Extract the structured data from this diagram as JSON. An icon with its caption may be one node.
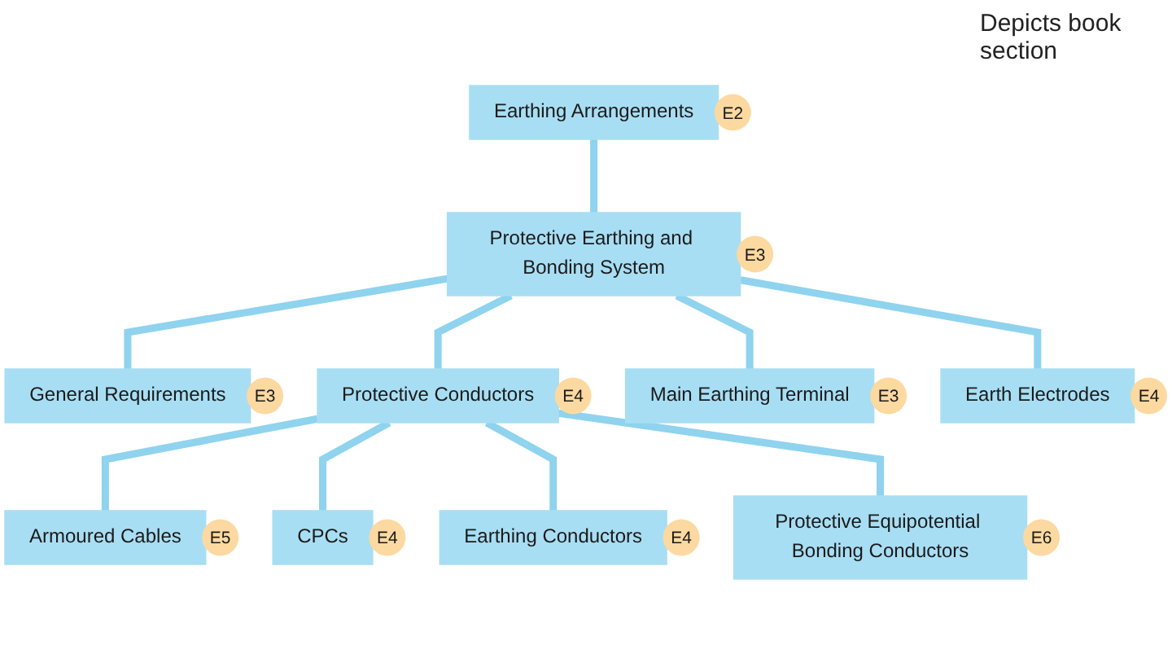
{
  "diagram": {
    "nodes": [
      {
        "text": [
          "Earthing Arrangements"
        ],
        "beside": [
          "E2"
        ]
      },
      {
        "text": [
          "Protective Earthing and Bonding System"
        ],
        "beside": [
          "E3"
        ]
      },
      {
        "text": [
          "General Requirements"
        ],
        "beside": [
          "E3"
        ]
      },
      {
        "text": [
          "Protective Conductors"
        ],
        "beside": [
          "E4"
        ]
      },
      {
        "text": [
          "Main Earthing Terminal"
        ],
        "beside": [
          "E3"
        ]
      },
      {
        "text": [
          "Earth Electrodes"
        ],
        "beside": [
          "E4"
        ]
      },
      {
        "text": [
          "Armoured Cables"
        ],
        "beside": [
          "E5"
        ]
      },
      {
        "text": [
          "CPCs"
        ],
        "beside": [
          "E4"
        ]
      },
      {
        "text": [
          "Earthing Conductors"
        ],
        "beside": [
          "E4"
        ]
      },
      {
        "text": [
          "Protective Equipotential Bonding Conductors"
        ],
        "beside": [
          "E6"
        ]
      }
    ],
    "edges": [
      {
        "from": 0,
        "to": 1,
        "arrow": "none"
      },
      {
        "from": 1,
        "to": 2,
        "arrow": "none"
      },
      {
        "from": 1,
        "to": 3,
        "arrow": "none"
      },
      {
        "from": 1,
        "to": 4,
        "arrow": "none"
      },
      {
        "from": 1,
        "to": 5,
        "arrow": "none"
      },
      {
        "from": 3,
        "to": 6,
        "arrow": "none"
      },
      {
        "from": 3,
        "to": 7,
        "arrow": "none"
      },
      {
        "from": 3,
        "to": 8,
        "arrow": "none"
      },
      {
        "from": 3,
        "to": 9,
        "arrow": "none"
      }
    ],
    "labels": [
      "Depicts book section"
    ]
  }
}
